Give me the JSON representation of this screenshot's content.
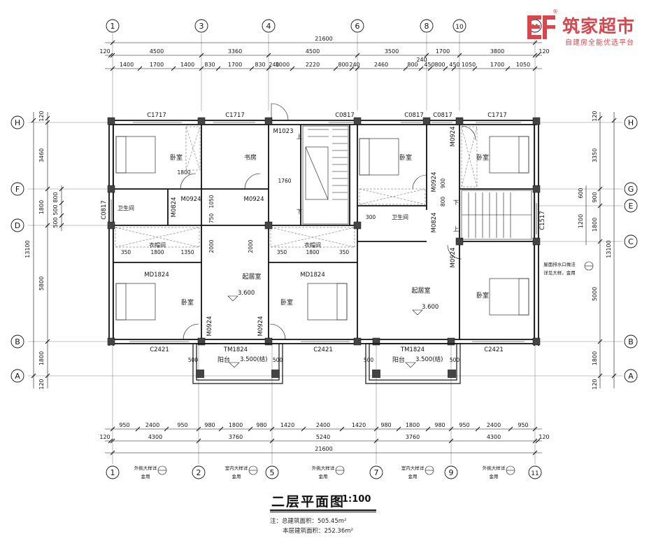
{
  "brand": {
    "name": "筑家超市",
    "slogan": "自建房全能优选平台",
    "reg": "®",
    "color": "#d9464b"
  },
  "title": {
    "name": "二层平面图",
    "scale": "1:100"
  },
  "notes": {
    "total_area": "注：总建筑面积：505.45m²",
    "floor_area": "本层建筑面积：252.36m²"
  },
  "grid_axes": {
    "vertical": [
      "1",
      "3",
      "4",
      "6",
      "8",
      "10",
      "11",
      "2",
      "5",
      "7",
      "9"
    ],
    "horizontal": [
      "H",
      "F",
      "D",
      "B",
      "A",
      "G",
      "E",
      "C"
    ]
  },
  "dims_top": {
    "total": "21600",
    "level1": [
      "120",
      "4500",
      "3360",
      "4500",
      "3500",
      "1700",
      "3800",
      "120"
    ],
    "level2": [
      "1400",
      "1700",
      "1400",
      "830",
      "1700",
      "830",
      "240",
      "1000",
      "2220",
      "800",
      "240",
      "2460",
      "800",
      "450",
      "800",
      "450",
      "1050",
      "1700",
      "1050"
    ],
    "extra": "240"
  },
  "dims_bottom": {
    "total": "21600",
    "level1": [
      "120",
      "4300",
      "3760",
      "5240",
      "3760",
      "4300",
      "120"
    ],
    "level2": [
      "950",
      "2400",
      "950",
      "980",
      "1800",
      "980",
      "1420",
      "2400",
      "1420",
      "980",
      "1800",
      "980",
      "950",
      "2400",
      "950"
    ]
  },
  "dims_left": [
    "120",
    "3460",
    "1800",
    "800",
    "500",
    "500",
    "5800",
    "1800",
    "120",
    "13100"
  ],
  "dims_right": [
    "120",
    "3350",
    "900",
    "600",
    "1200",
    "1800",
    "5000",
    "1800",
    "120",
    "13100"
  ],
  "rooms": {
    "bedroom": "卧室",
    "study": "书房",
    "bathroom": "卫生间",
    "wardrobe": "衣帽间",
    "living": "起居室",
    "balcony": "阳台"
  },
  "levels": {
    "floor": "3.600",
    "balcony": "3.500(结)"
  },
  "windows": {
    "c1717": "C1717",
    "c0817": "C0817",
    "c2421": "C2421",
    "c1517": "C1517",
    "c0817v": "C0817",
    "tm1824": "TM1824",
    "md1824": "MD1824"
  },
  "doors": {
    "m1023": "M1023",
    "m0924": "M0924",
    "m0824": "M0824"
  },
  "stairs": {
    "up": "上",
    "down": "下"
  },
  "inner_dims": {
    "d1800": "1800",
    "d1760": "1760",
    "d2000": "2000",
    "d1050": "1050",
    "d750": "750",
    "d1350": "1350",
    "d350": "350",
    "d300": "300",
    "d900": "900",
    "d800": "800",
    "d500": "500"
  },
  "details": {
    "railing": "外挑大样详",
    "stair_rail": "室内大样详",
    "ref": "金用",
    "note_right1": "屋面排水口做法",
    "note_right2": "详见大样，金用"
  }
}
